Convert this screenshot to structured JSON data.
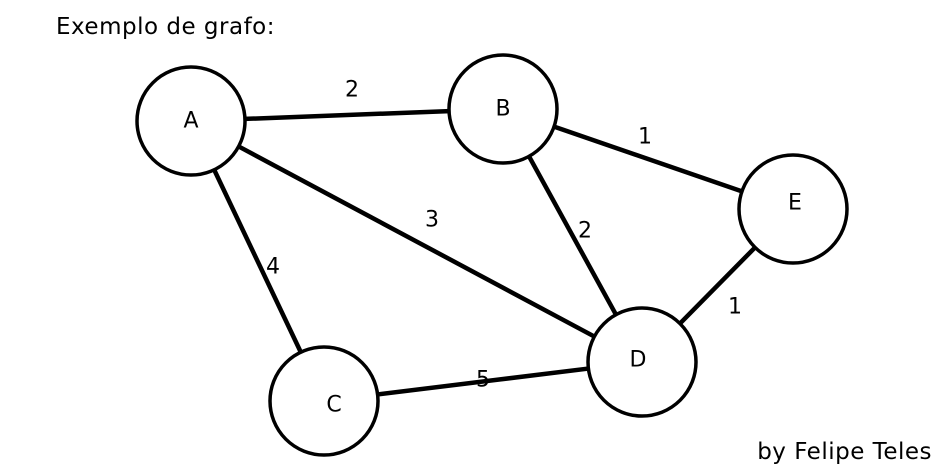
{
  "title": "Exemplo de grafo:",
  "credit": "by Felipe Teles",
  "nodes": [
    {
      "id": "A",
      "label": "A"
    },
    {
      "id": "B",
      "label": "B"
    },
    {
      "id": "C",
      "label": "C"
    },
    {
      "id": "D",
      "label": "D"
    },
    {
      "id": "E",
      "label": "E"
    }
  ],
  "edges": [
    {
      "from": "A",
      "to": "B",
      "weight": "2"
    },
    {
      "from": "B",
      "to": "E",
      "weight": "1"
    },
    {
      "from": "A",
      "to": "D",
      "weight": "3"
    },
    {
      "from": "B",
      "to": "D",
      "weight": "2"
    },
    {
      "from": "A",
      "to": "C",
      "weight": "4"
    },
    {
      "from": "E",
      "to": "D",
      "weight": "1"
    },
    {
      "from": "C",
      "to": "D",
      "weight": "5"
    }
  ]
}
